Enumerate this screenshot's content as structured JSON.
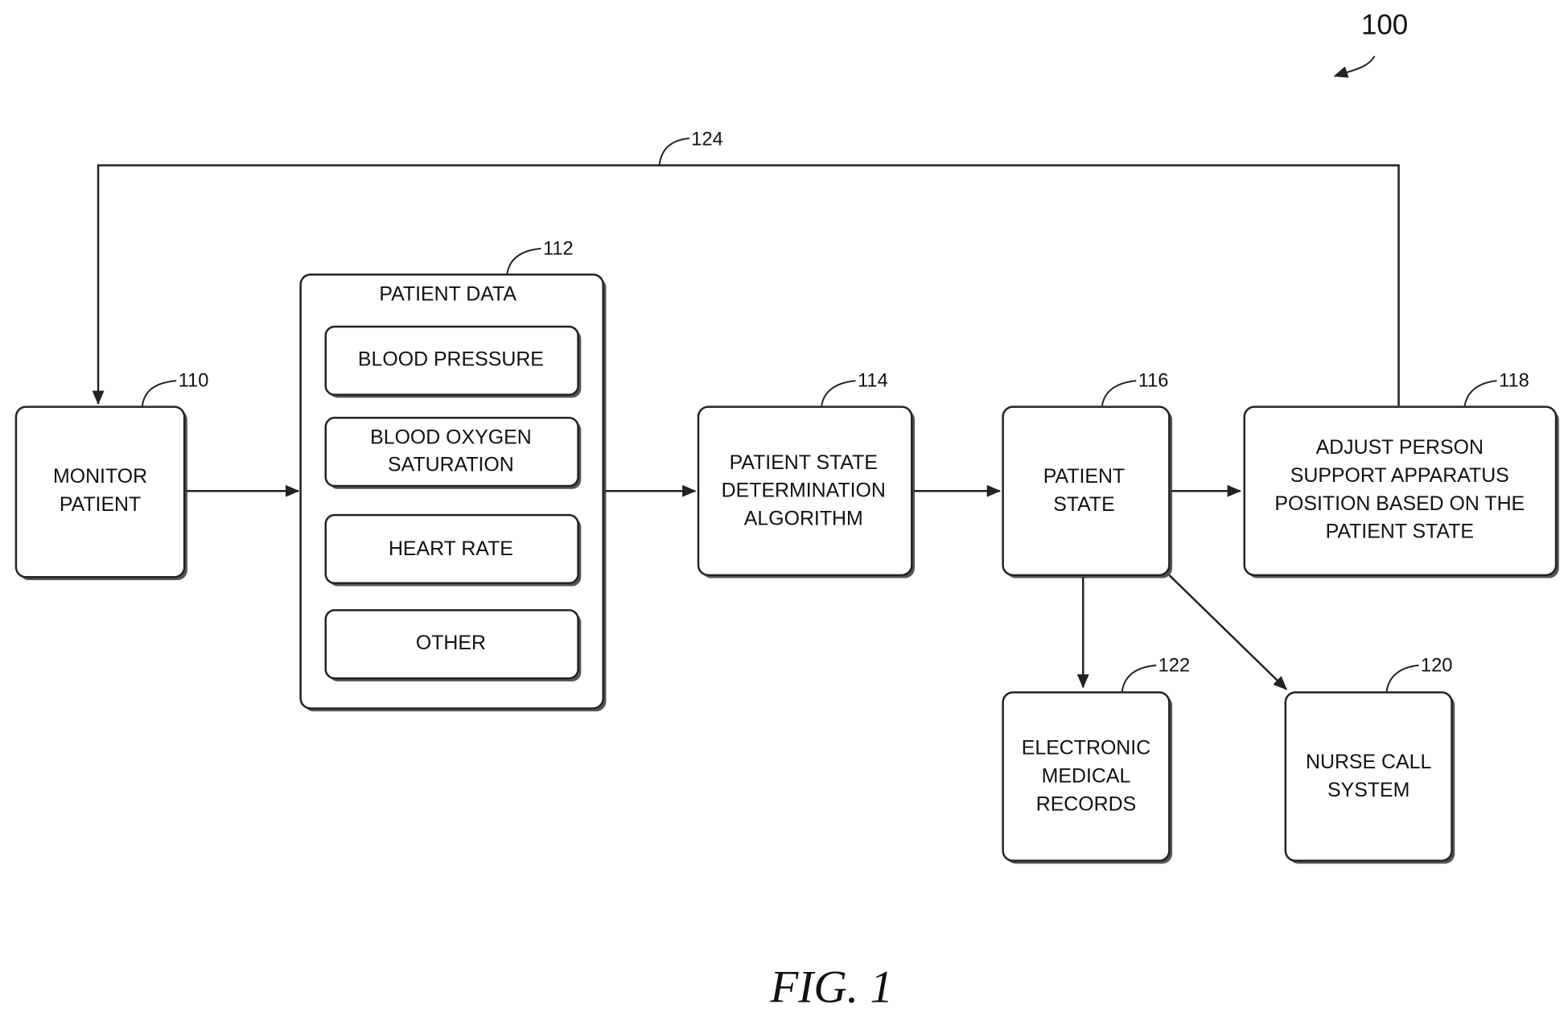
{
  "figure": {
    "ref_number": "100",
    "caption": "FIG. 1"
  },
  "feedback_path": {
    "ref": "124"
  },
  "nodes": {
    "monitor_patient": {
      "ref": "110",
      "lines": [
        "MONITOR",
        "PATIENT"
      ]
    },
    "patient_data": {
      "ref": "112",
      "title": "PATIENT DATA",
      "items": [
        {
          "lines": [
            "BLOOD PRESSURE"
          ]
        },
        {
          "lines": [
            "BLOOD OXYGEN",
            "SATURATION"
          ]
        },
        {
          "lines": [
            "HEART RATE"
          ]
        },
        {
          "lines": [
            "OTHER"
          ]
        }
      ]
    },
    "algorithm": {
      "ref": "114",
      "lines": [
        "PATIENT STATE",
        "DETERMINATION",
        "ALGORITHM"
      ]
    },
    "patient_state": {
      "ref": "116",
      "lines": [
        "PATIENT",
        "STATE"
      ]
    },
    "adjust": {
      "ref": "118",
      "lines": [
        "ADJUST PERSON",
        "SUPPORT APPARATUS",
        "POSITION BASED ON THE",
        "PATIENT STATE"
      ]
    },
    "nurse_call": {
      "ref": "120",
      "lines": [
        "NURSE CALL",
        "SYSTEM"
      ]
    },
    "emr": {
      "ref": "122",
      "lines": [
        "ELECTRONIC",
        "MEDICAL",
        "RECORDS"
      ]
    }
  }
}
